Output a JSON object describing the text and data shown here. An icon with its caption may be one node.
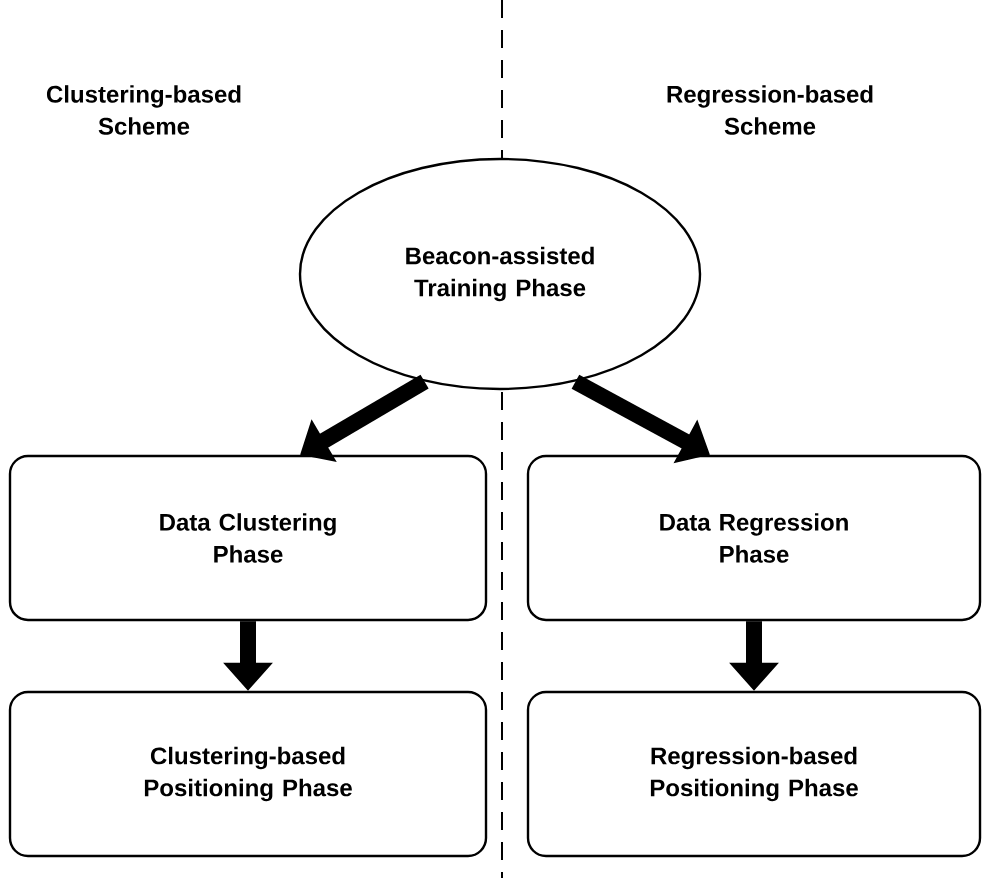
{
  "diagram": {
    "nodes": [
      {
        "text": [
          "Beacon-assisted Training Phase"
        ]
      },
      {
        "text": [
          "Data Clustering Phase"
        ]
      },
      {
        "text": [
          "Data Regression Phase"
        ]
      },
      {
        "text": [
          "Clustering-based Positioning Phase"
        ]
      },
      {
        "text": [
          "Regression-based Positioning Phase"
        ]
      }
    ],
    "edges": [
      {
        "from": 0,
        "to": 1,
        "arrow": "to"
      },
      {
        "from": 0,
        "to": 2,
        "arrow": "to"
      },
      {
        "from": 1,
        "to": 3,
        "arrow": "to"
      },
      {
        "from": 2,
        "to": 4,
        "arrow": "to"
      }
    ],
    "labels": [
      "Clustering-based Scheme",
      "Regression-based Scheme"
    ]
  }
}
